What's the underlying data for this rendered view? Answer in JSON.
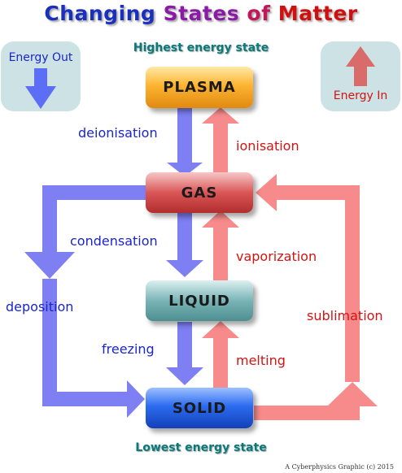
{
  "title": {
    "words": [
      {
        "text": "Changing",
        "color": "#1a2fbf"
      },
      {
        "text": "States",
        "color": "#8b1aa6"
      },
      {
        "text": "of",
        "color": "#c2185b"
      },
      {
        "text": "Matter",
        "color": "#d01010"
      }
    ]
  },
  "labels": {
    "highest": "Highest energy state",
    "lowest": "Lowest energy state"
  },
  "energy_out": {
    "label": "Energy Out",
    "arrow": "down-arrow-icon",
    "color": "#5b6ef5"
  },
  "energy_in": {
    "label": "Energy In",
    "arrow": "up-arrow-icon",
    "color": "#d96b6b"
  },
  "states": {
    "plasma": "PLASMA",
    "gas": "GAS",
    "liquid": "LIQUID",
    "solid": "SOLID"
  },
  "processes": {
    "deionisation": "deionisation",
    "ionisation": "ionisation",
    "condensation": "condensation",
    "vaporization": "vaporization",
    "deposition": "deposition",
    "sublimation": "sublimation",
    "freezing": "freezing",
    "melting": "melting"
  },
  "credit": "A Cyberphysics Graphic (c) 2015",
  "colors": {
    "energy_out_arrow": "#7d7ff2",
    "energy_in_arrow": "#f78a8a",
    "plasma": "#f6a623",
    "gas": "#d84747",
    "liquid": "#5fa3a6",
    "solid": "#1f55d8"
  }
}
